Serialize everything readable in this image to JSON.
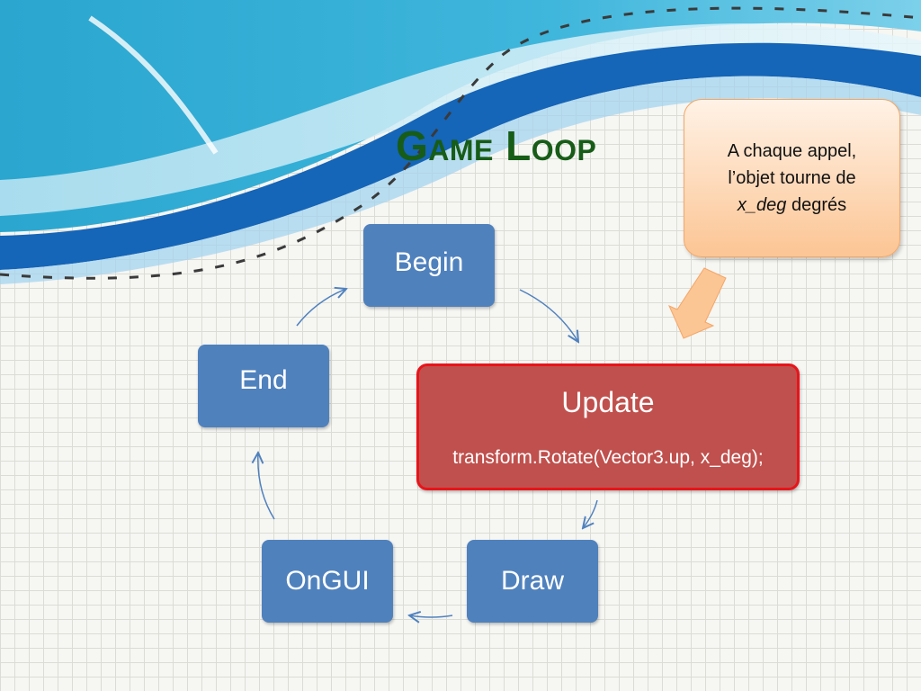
{
  "slide": {
    "title": "Game Loop"
  },
  "colors": {
    "node_blue": "#4f81bd",
    "update_red": "#c0504d",
    "update_border": "#e8141a",
    "title_green": "#175c17",
    "callout_orange": "#fcc594"
  },
  "nodes": {
    "begin": "Begin",
    "update": "Update",
    "update_code": "transform.Rotate(Vector3.up, x_deg);",
    "draw": "Draw",
    "ongui": "OnGUI",
    "end": "End"
  },
  "callout": {
    "line1": "A chaque appel,",
    "line2": "l’objet tourne de",
    "line3_italic": "x_deg",
    "line3_rest": "degrés"
  },
  "flow": [
    "Begin",
    "Update",
    "Draw",
    "OnGUI",
    "End"
  ]
}
